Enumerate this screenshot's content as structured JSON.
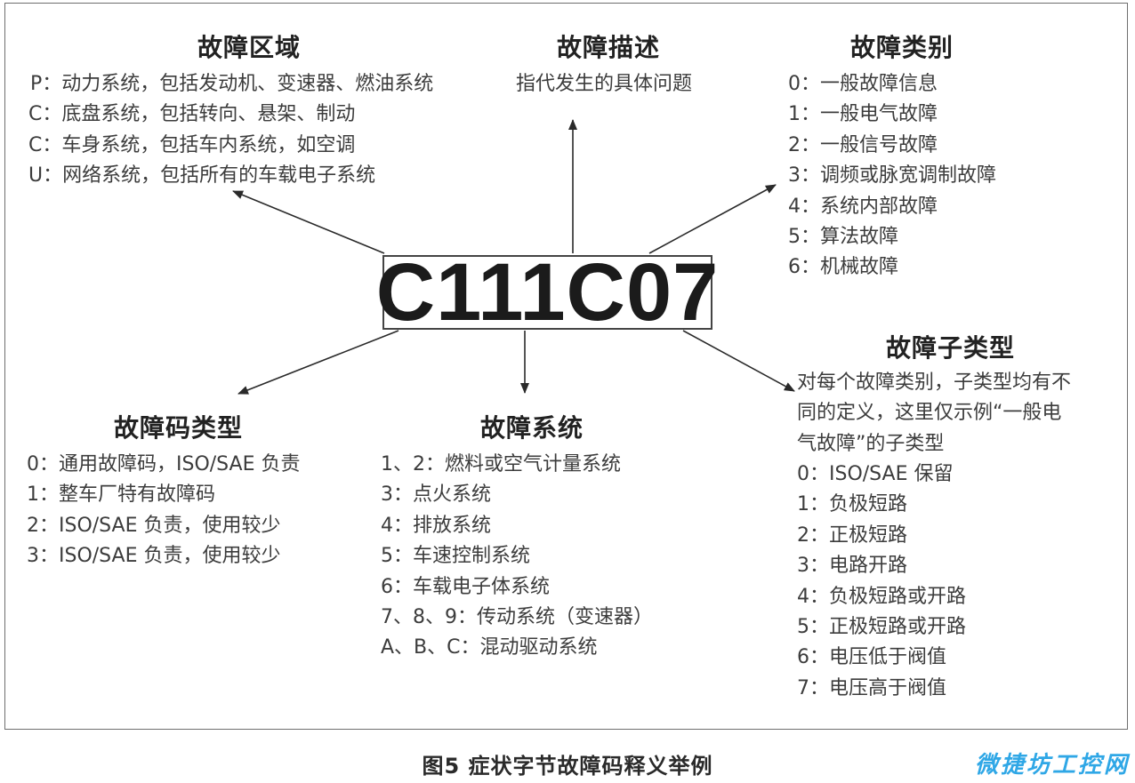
{
  "code": "C111C07",
  "fault_area": {
    "title": "故障区域",
    "items": [
      "P：动力系统，包括发动机、变速器、燃油系统",
      "C：底盘系统，包括转向、悬架、制动",
      "C：车身系统，包括车内系统，如空调",
      "U：网络系统，包括所有的车载电子系统"
    ]
  },
  "fault_description": {
    "title": "故障描述",
    "text": "指代发生的具体问题"
  },
  "fault_category": {
    "title": "故障类别",
    "items": [
      "0：一般故障信息",
      "1：一般电气故障",
      "2：一般信号故障",
      "3：调频或脉宽调制故障",
      "4：系统内部故障",
      "5：算法故障",
      "6：机械故障"
    ]
  },
  "fault_code_type": {
    "title": "故障码类型",
    "items": [
      "0：通用故障码，ISO/SAE 负责",
      "1：整车厂特有故障码",
      "2：ISO/SAE 负责，使用较少",
      "3：ISO/SAE 负责，使用较少"
    ]
  },
  "fault_system": {
    "title": "故障系统",
    "items": [
      "1、2：燃料或空气计量系统",
      "3：点火系统",
      "4：排放系统",
      "5：车速控制系统",
      "6：车载电子体系统",
      "7、8、9：传动系统（变速器）",
      "A、B、C：混动驱动系统"
    ]
  },
  "fault_subtype": {
    "title": "故障子类型",
    "intro_lines": [
      "对每个故障类别，子类型均有不",
      "同的定义，这里仅示例“一般电",
      "气故障”的子类型"
    ],
    "items": [
      "0：ISO/SAE 保留",
      "1：负极短路",
      "2：正极短路",
      "3：电路开路",
      "4：负极短路或开路",
      "5：正极短路或开路",
      "6：电压低于阀值",
      "7：电压高于阀值"
    ]
  },
  "caption": "图5 症状字节故障码释义举例",
  "watermark": "微捷坊工控网",
  "colors": {
    "watermark": "#2fa7e6",
    "border": "#6e6e6e"
  }
}
